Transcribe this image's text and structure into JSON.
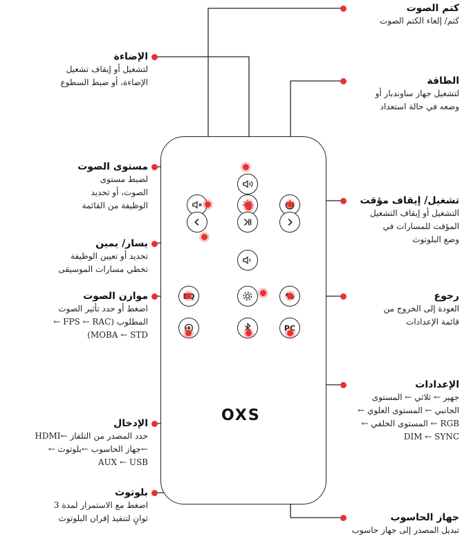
{
  "logo": "OXS",
  "buttons": {
    "eq": "EQ",
    "pc": "PC"
  },
  "accent_color": "#e8322f",
  "labels": {
    "mute": {
      "title": "كتم الصوت",
      "lines": [
        "كتم/ إلغاء الكتم الصوت"
      ]
    },
    "light": {
      "title": "الإضاءة",
      "lines": [
        "لتشغيل أو إيقاف تشغيل",
        "الإضاءة، أو ضبط السطوع"
      ]
    },
    "power": {
      "title": "الطاقة",
      "lines": [
        "لتشغيل جهاز ساوندبار أو",
        "وضعه في حالة استعداد"
      ]
    },
    "volume": {
      "title": "مستوى الصوت",
      "lines": [
        "لضبط مستوى",
        "الصوت، أو تحديد",
        "الوظيفة من القائمة"
      ]
    },
    "playpause": {
      "title": "تشغيل/ إيقاف مؤقت",
      "lines": [
        "التشغيل أو إيقاف التشغيل",
        "المؤقت للمسارات في",
        "وضع البلوتوث"
      ]
    },
    "leftright": {
      "title": "يسار/ يمين",
      "lines": [
        "تحديد أو تعيين الوظيفة",
        "تخطي مسارات الموسيقى"
      ]
    },
    "eq": {
      "title": "موازن الصوت",
      "lines": [
        "اضغط أو حدد تأثير الصوت",
        "المطلوب (FPS ← RAC ←",
        "MOBA ← STD)"
      ]
    },
    "back": {
      "title": "رجوع",
      "lines": [
        "العودة إلى الخروج من",
        "قائمة الإعدادات"
      ]
    },
    "settings": {
      "title": "الإعدادات",
      "lines": [
        "جهير ← ثلاثي ← المستوى",
        "الجانبي ← المستوى العلوي ←",
        "RGB ← المستوى الخلفي ←",
        "DIM ← SYNC"
      ]
    },
    "input": {
      "title": "الإدخال",
      "lines": [
        "حدد المصدر من التلفاز ←HDMI",
        "←جهاز الحاسوب ←بلوتوث ←",
        "AUX ← USB"
      ]
    },
    "bluetooth": {
      "title": "بلوتوث",
      "lines": [
        "اضغط مع الاستمرار لمدة 3",
        "ثوانٍ لتنفيذ إقران البلوتوث"
      ]
    },
    "pc": {
      "title": "جهاز الحاسوب",
      "lines": [
        "تبديل المصدر إلى جهاز حاسوب"
      ]
    }
  }
}
